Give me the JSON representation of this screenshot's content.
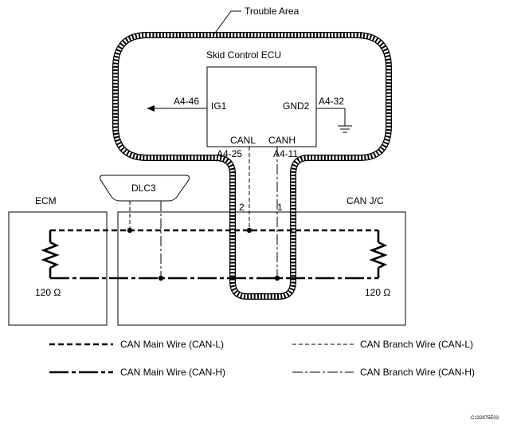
{
  "trouble_area": {
    "label": "Trouble Area"
  },
  "ecu": {
    "title": "Skid Control ECU",
    "ig1": "IG1",
    "gnd2": "GND2",
    "canl": "CANL",
    "canh": "CANH",
    "pin_ig1": "A4-46",
    "pin_gnd2": "A4-32",
    "pin_canl": "A4-25",
    "pin_canh": "A4-11"
  },
  "dlc3": {
    "label": "DLC3"
  },
  "ecm": {
    "label": "ECM",
    "resistor": "120 Ω"
  },
  "can_jc": {
    "label": "CAN J/C",
    "resistor": "120 Ω",
    "pin2": "2",
    "pin1": "1"
  },
  "legend": {
    "main_canl": "CAN Main Wire (CAN-L)",
    "main_canh": "CAN Main Wire (CAN-H)",
    "branch_canl": "CAN Branch Wire (CAN-L)",
    "branch_canh": "CAN Branch Wire (CAN-H)"
  },
  "figure_code": "C132875E03"
}
